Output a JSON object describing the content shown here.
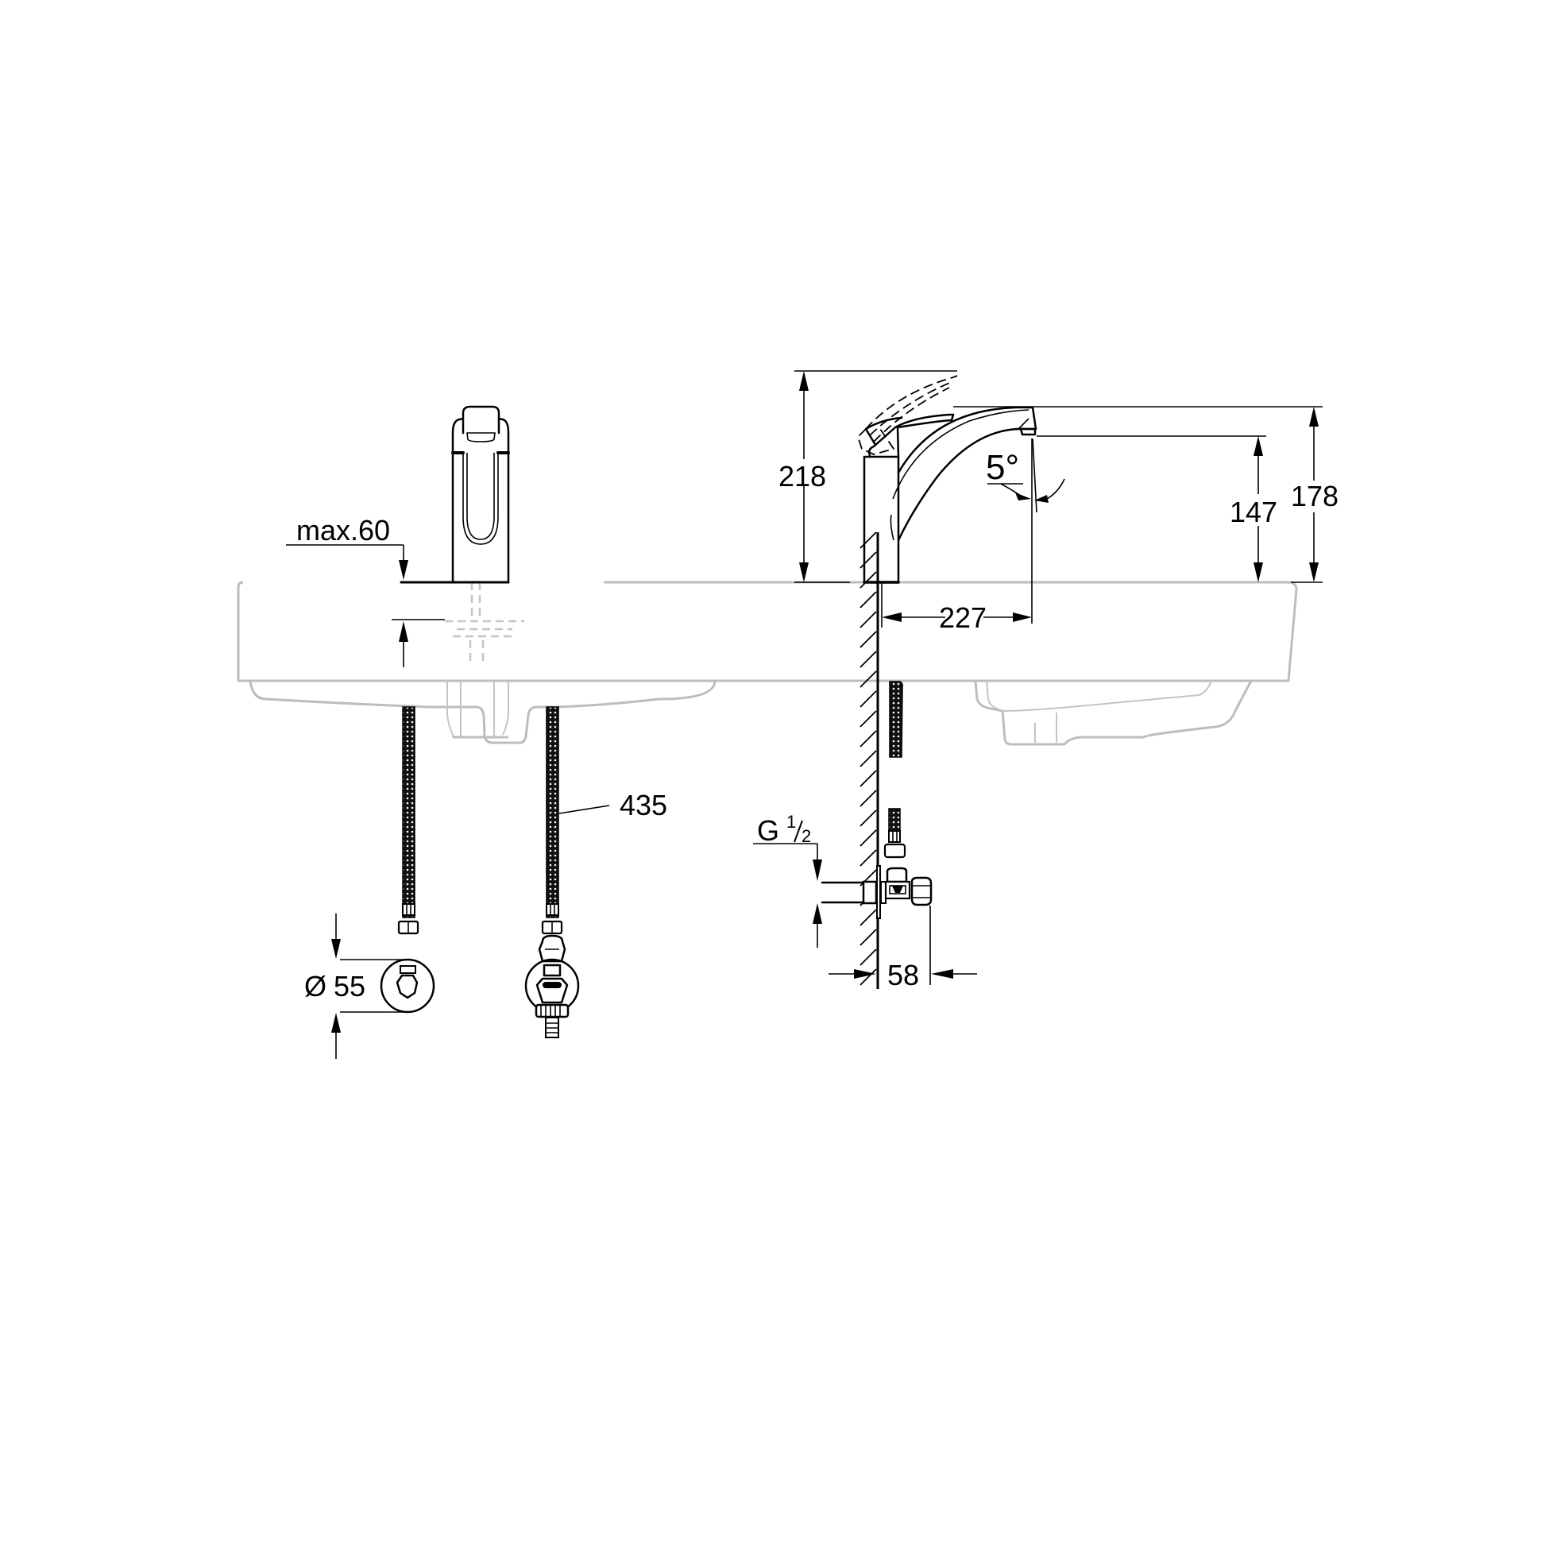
{
  "drawing": {
    "type": "technical dimension drawing",
    "subject": "single-lever sink mixer",
    "colors": {
      "ink": "#000000",
      "basin_outline": "#bdbdbd",
      "background": "#ffffff"
    },
    "units": "mm"
  },
  "front_view": {
    "dimensions": {
      "max_deck_thickness": "max.60",
      "hose_length": "435",
      "escutcheon_diameter_symbol": "Ø",
      "escutcheon_diameter": "55"
    }
  },
  "side_view": {
    "dimensions": {
      "lever_open_height": "218",
      "spout_height": "178",
      "outlet_height": "147",
      "spout_reach": "227",
      "spout_angle": "5°",
      "thread_size_prefix": "G",
      "thread_size_num": "1",
      "thread_size_den": "2",
      "valve_projection": "58"
    }
  }
}
